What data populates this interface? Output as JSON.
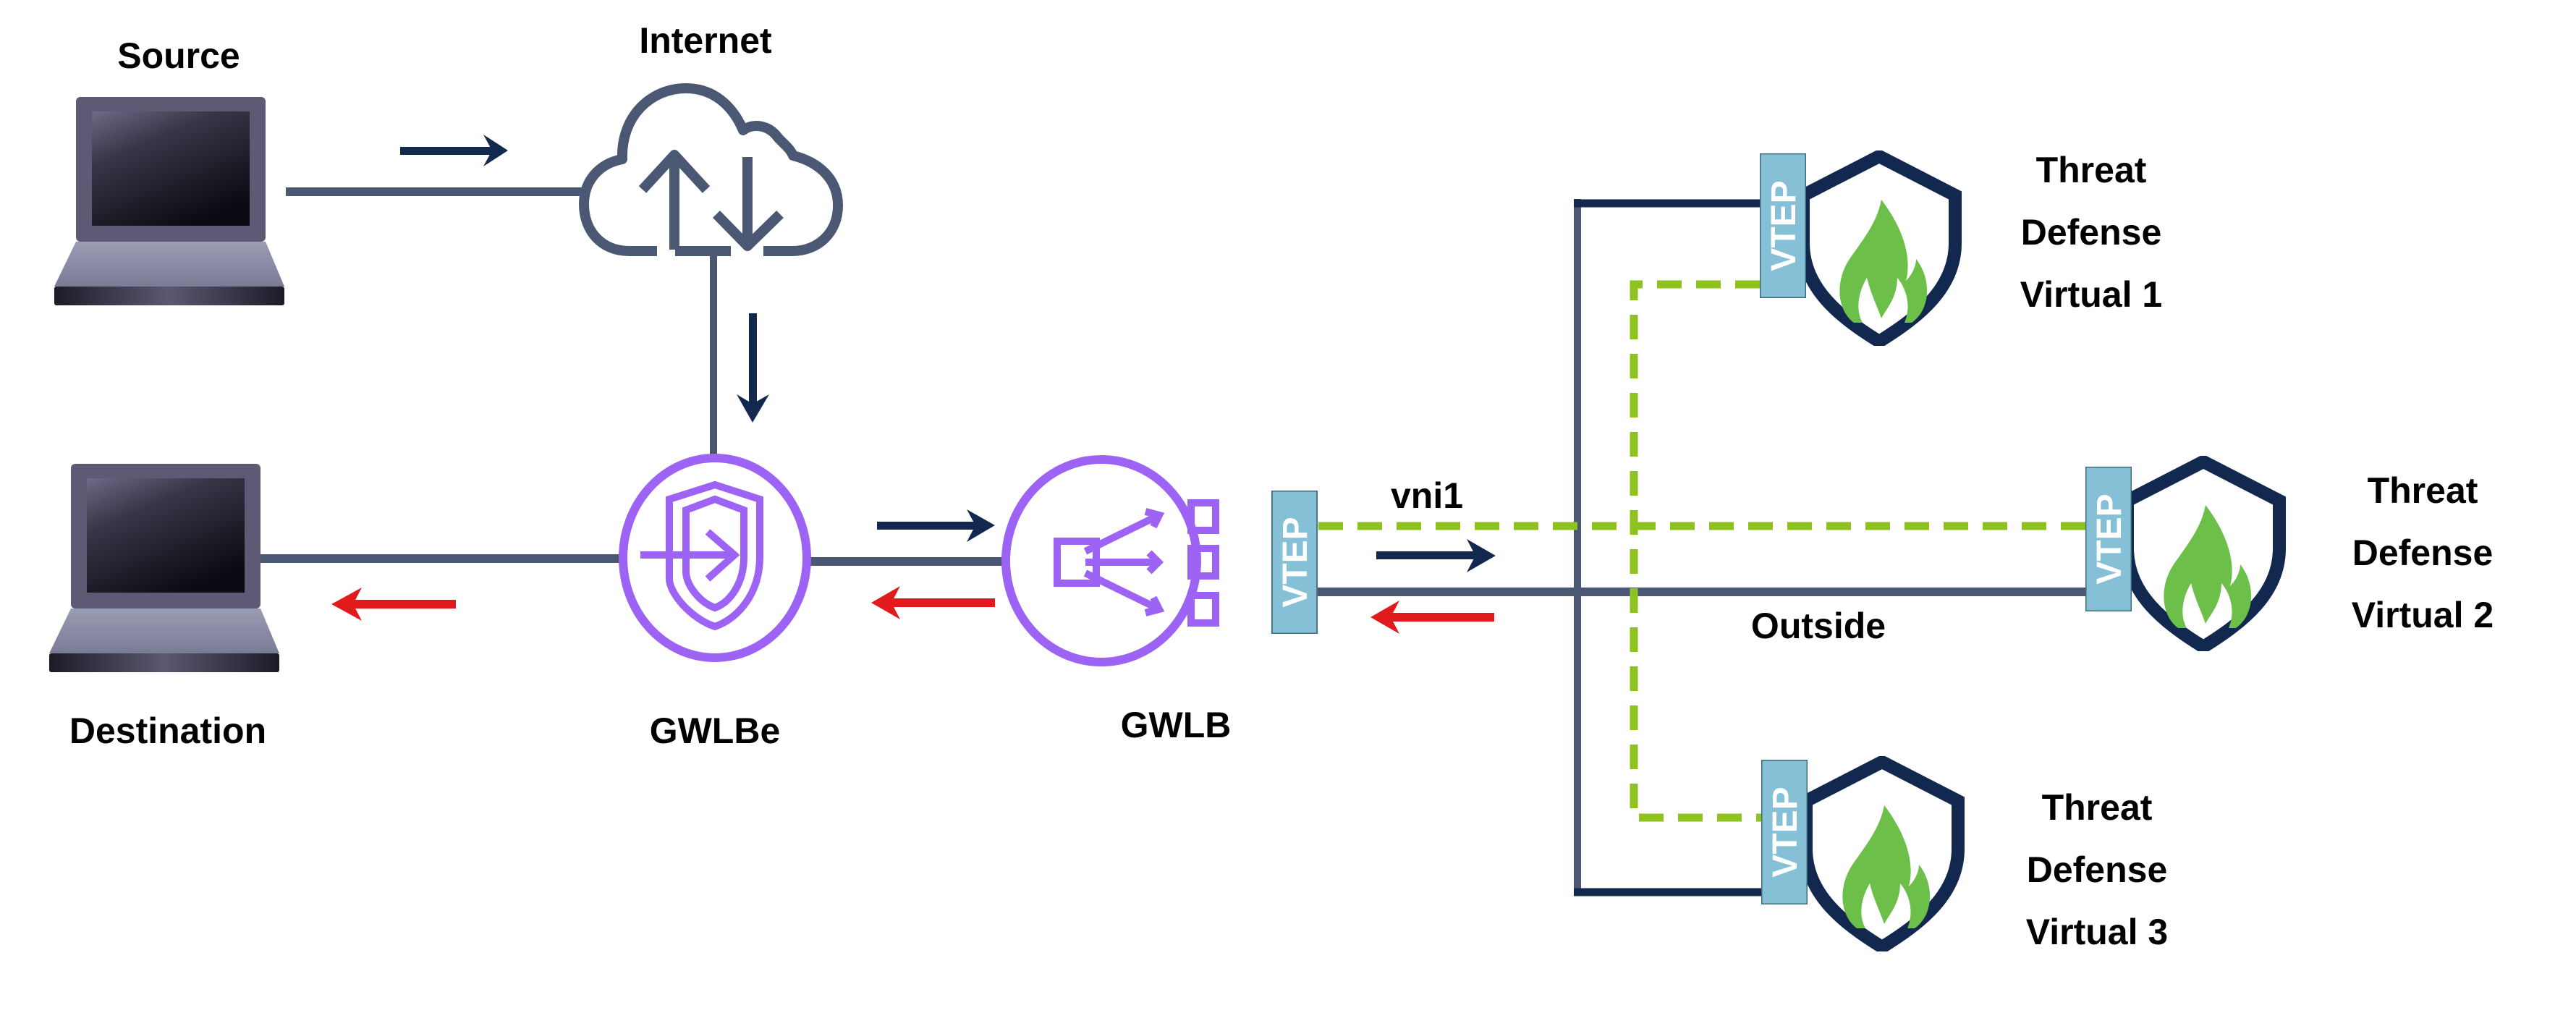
{
  "colors": {
    "link": "#4a5873",
    "link_dark": "#13284f",
    "flow_forward": "#13284f",
    "flow_return": "#e11b1b",
    "gwlb_purple": "#9d63f5",
    "vtep_fill": "#85c0d6",
    "vni_dashed": "#8ec21f",
    "shield": "#13284f",
    "flame": "#6cc04a"
  },
  "nodes": {
    "source": {
      "label": "Source",
      "icon": "laptop-icon"
    },
    "destination": {
      "label": "Destination",
      "icon": "laptop-icon"
    },
    "internet": {
      "label": "Internet",
      "icon": "cloud-upload-download-icon"
    },
    "gwlbe": {
      "label": "GWLBe",
      "icon": "gateway-endpoint-shield-icon"
    },
    "gwlb": {
      "label": "GWLB",
      "icon": "load-balancer-icon",
      "vtep_label": "VTEP"
    },
    "threat_defense": [
      {
        "line1": "Threat",
        "line2": "Defense",
        "line3": "Virtual 1",
        "vtep_label": "VTEP",
        "icon": "shield-flame-icon"
      },
      {
        "line1": "Threat",
        "line2": "Defense",
        "line3": "Virtual 2",
        "vtep_label": "VTEP",
        "icon": "shield-flame-icon"
      },
      {
        "line1": "Threat",
        "line2": "Defense",
        "line3": "Virtual 3",
        "vtep_label": "VTEP",
        "icon": "shield-flame-icon"
      }
    ]
  },
  "links": {
    "vni_label": "vni1",
    "outside_label": "Outside"
  }
}
